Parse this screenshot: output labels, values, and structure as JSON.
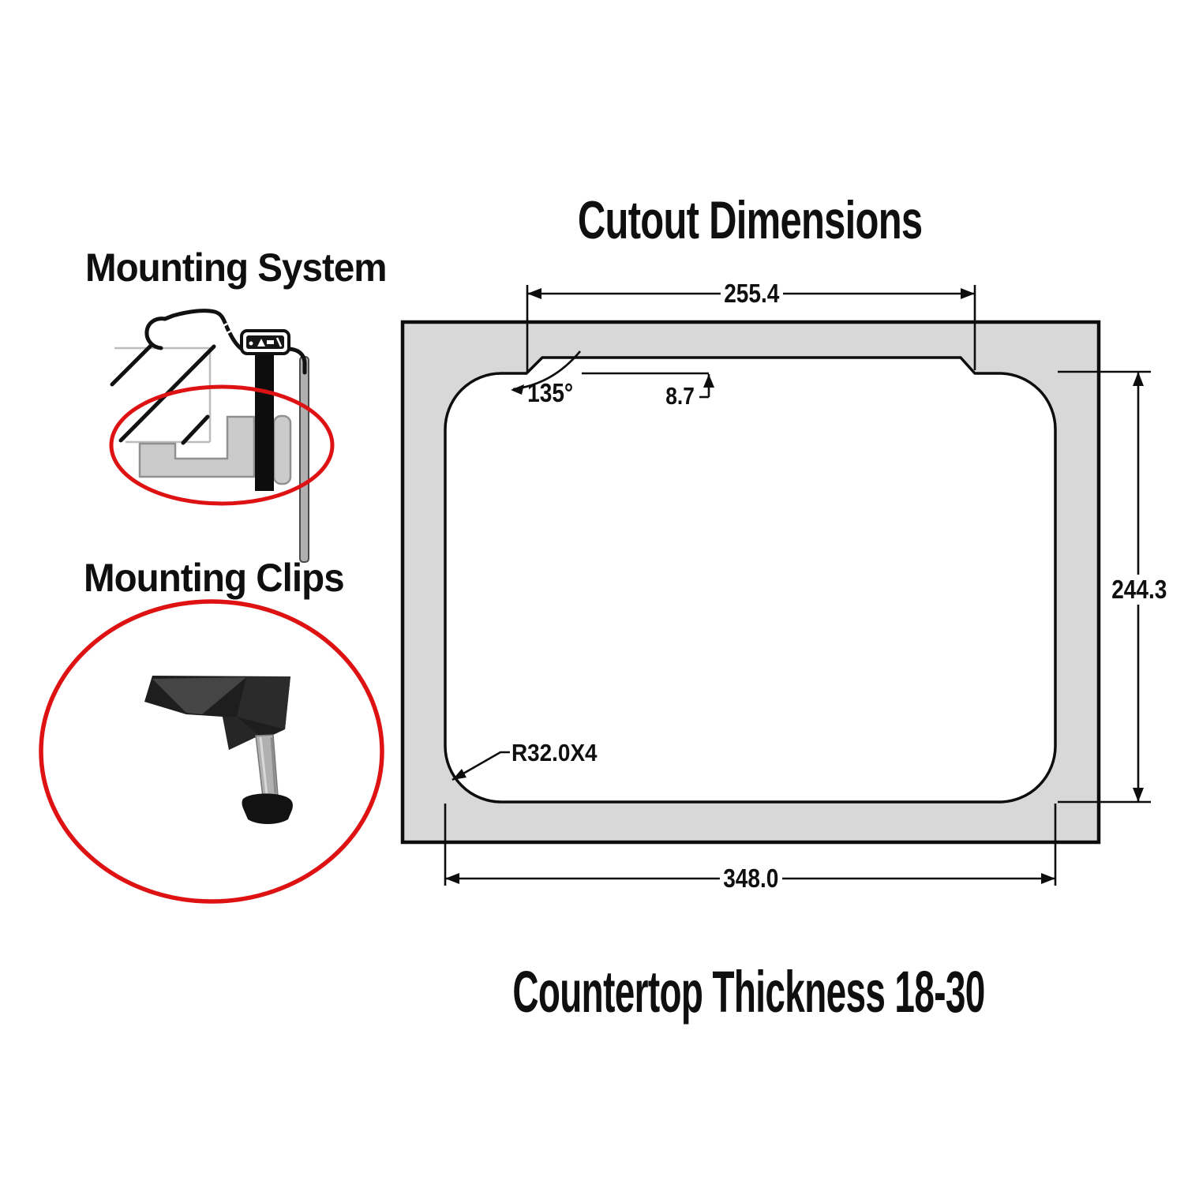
{
  "page": {
    "title": "Cutout Dimensions",
    "note": "Countertop Thickness 18-30"
  },
  "sections": {
    "mounting_system": {
      "label": "Mounting System"
    },
    "mounting_clips": {
      "label": "Mounting Clips"
    }
  },
  "cutout": {
    "dim_top_width": "255.4",
    "dim_right_height": "244.3",
    "dim_bottom_width": "348.0",
    "dim_step_depth": "8.7",
    "dim_chamfer_angle": "135°",
    "dim_corner_radius": "R32.0X4"
  },
  "colors": {
    "line": "#0d0d0d",
    "countertop_fill": "#d8d8d8",
    "highlight_red": "#de1212",
    "clip_body": "#1e1e1e",
    "screw_gray": "#b0b0b0"
  }
}
